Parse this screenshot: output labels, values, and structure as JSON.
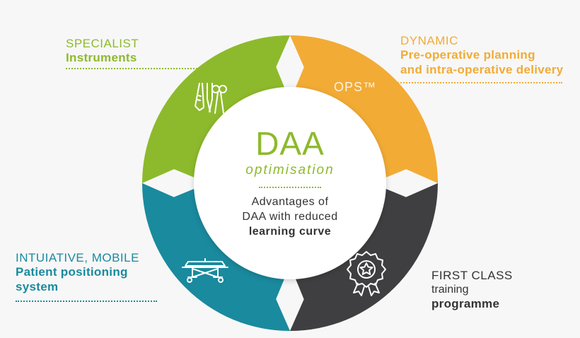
{
  "center": {
    "title": "DAA",
    "subtitle": "optimisation",
    "line1": "Advantages of",
    "line2": "DAA with reduced",
    "line3": "learning curve"
  },
  "segments": {
    "specialist": {
      "kicker": "SPECIALIST",
      "bold": "Instruments",
      "color": "#8dba2c",
      "icon": "surgical-instruments-icon"
    },
    "dynamic": {
      "kicker": "DYNAMIC",
      "bold_line1": "Pre-operative planning",
      "bold_line2": "and intra-operative delivery",
      "color": "#f2ab35",
      "icon": "ops-logo",
      "logo_text": "OPS™"
    },
    "first_class": {
      "kicker": "FIRST CLASS",
      "plain": "training",
      "bold": "programme",
      "color": "#3f3f41",
      "icon": "award-rosette-icon"
    },
    "intuitive": {
      "kicker": "INTUIATIVE, MOBILE",
      "bold_line1": "Patient positioning",
      "bold_line2": "system",
      "color": "#1a8a9e",
      "icon": "patient-stretcher-icon"
    }
  },
  "colors": {
    "green": "#8dba2c",
    "orange": "#f2ab35",
    "dark": "#3f3f41",
    "teal": "#1a8a9e",
    "background": "#f7f7f7"
  }
}
